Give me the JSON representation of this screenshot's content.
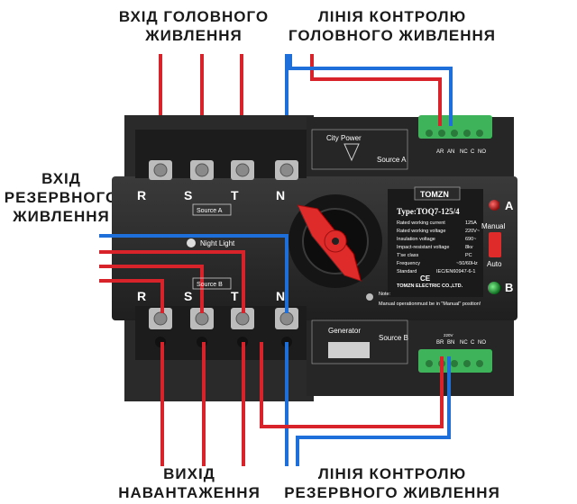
{
  "captions": {
    "main_input": [
      "ВХІД ГОЛОВНОГО",
      "ЖИВЛЕННЯ"
    ],
    "main_control": [
      "ЛІНІЯ КОНТРОЛЮ",
      "ГОЛОВНОГО ЖИВЛЕННЯ"
    ],
    "reserve_input": [
      "ВХІД",
      "РЕЗЕРВНОГО",
      "ЖИВЛЕННЯ"
    ],
    "load_output": [
      "ВИХІД",
      "НАВАНТАЖЕННЯ"
    ],
    "reserve_control": [
      "ЛІНІЯ КОНТРОЛЮ",
      "РЕЗЕРВНОГО ЖИВЛЕННЯ"
    ]
  },
  "device": {
    "brand": "TOMZN",
    "model": "Type:TOQ7-125/4",
    "specs": [
      {
        "k": "Rated working current",
        "v": "125A"
      },
      {
        "k": "Rated working voltage",
        "v": "220V~"
      },
      {
        "k": "Insulation voltage",
        "v": "690~"
      },
      {
        "k": "Impact-resistant voltage",
        "v": "8kv"
      },
      {
        "k": "T'se class",
        "v": "PC"
      },
      {
        "k": "Frequency",
        "v": "~50/60Hz"
      },
      {
        "k": "Standard",
        "v": "IEC/EN60947-6-1"
      }
    ],
    "company": "TOMZN ELECTRIC CO.,LTD.",
    "ce": "CE",
    "note_title": "Note:",
    "note_text": "Manual operationmust be in \"Manual\" position!",
    "indicator_a": "A",
    "indicator_b": "B",
    "manual": "Manual",
    "auto": "Auto",
    "city_power": "City Power",
    "source_a": "Source A",
    "generator": "Generator",
    "source_b": "Source B",
    "night_light": "Night Light",
    "source_a_tag": "Source A",
    "source_b_tag": "Source B",
    "phase_labels_top": [
      "R",
      "S",
      "T",
      "N"
    ],
    "phase_labels_bottom": [
      "R",
      "S",
      "T",
      "N"
    ],
    "top_terminal_labels": [
      "AR",
      "AN",
      "NC",
      "C",
      "NO"
    ],
    "bottom_terminal_labels": [
      "BR",
      "BN",
      "NC",
      "C",
      "NO"
    ],
    "terminal_voltage": "220V"
  },
  "colors": {
    "phase": "#d8232a",
    "neutral": "#1e6fd9",
    "body": "#2b2b2b",
    "handle": "#e02b2b",
    "terminal_block": "#3fb35a"
  }
}
